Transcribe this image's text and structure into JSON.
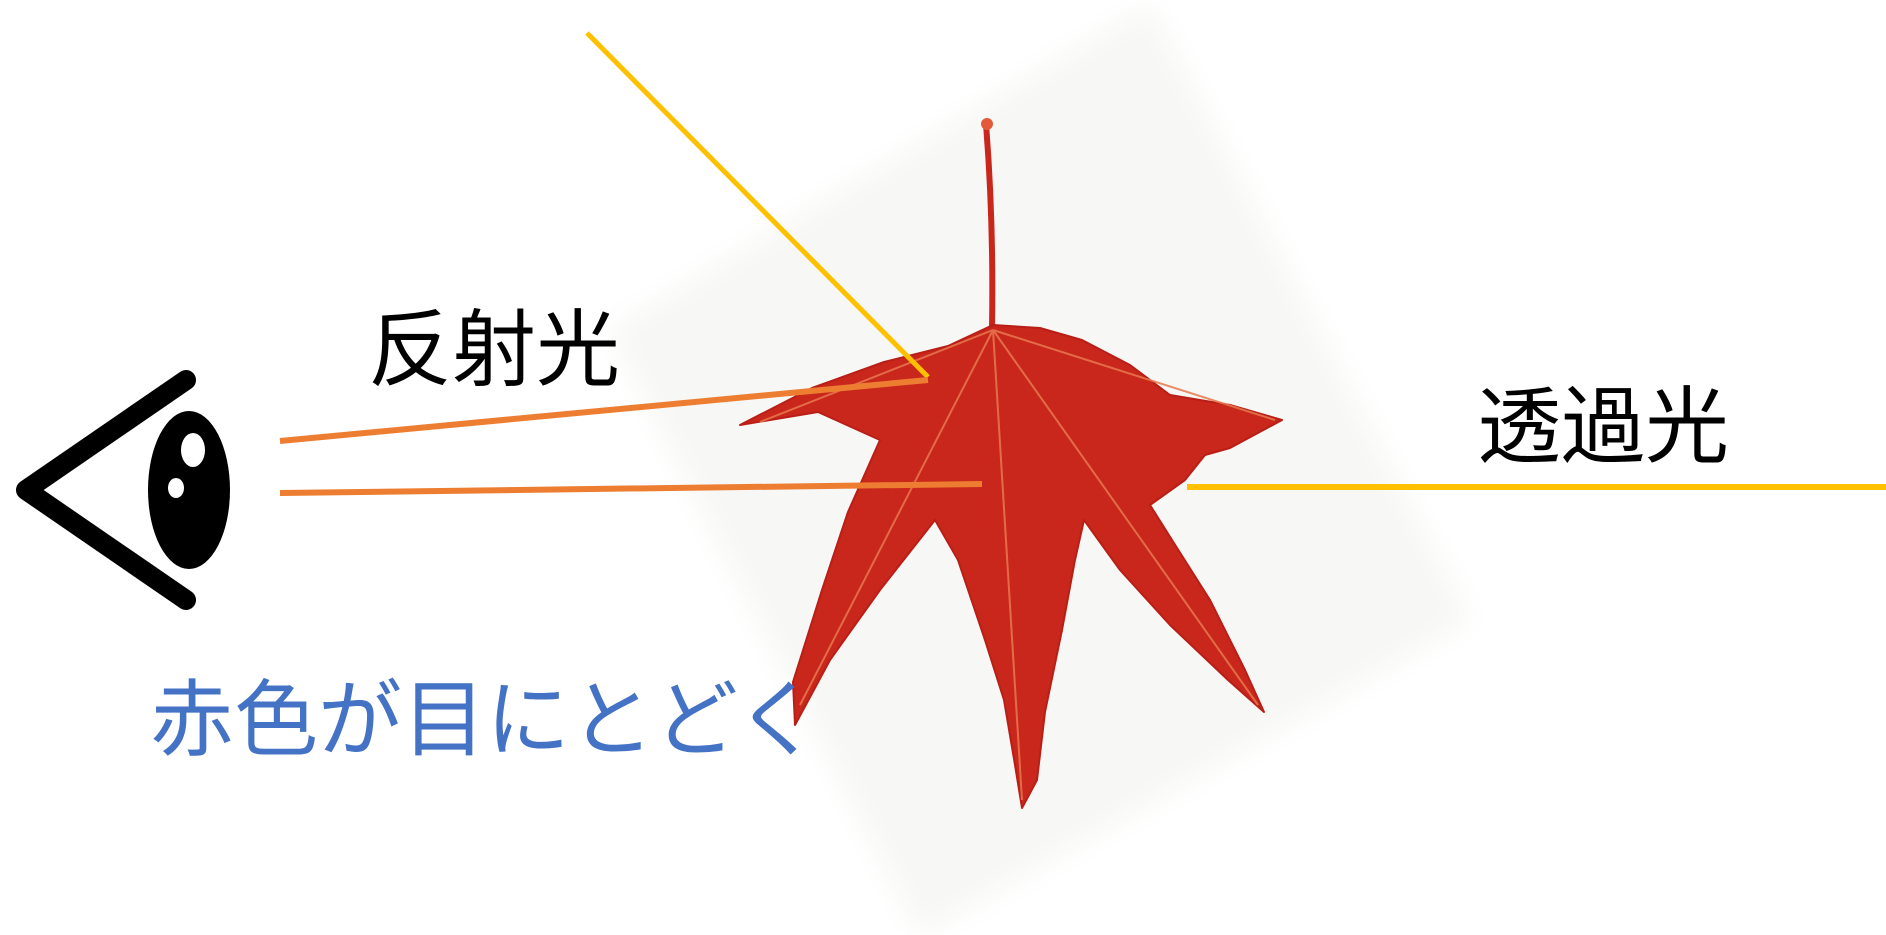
{
  "labels": {
    "reflected_light": "反射光",
    "transmitted_light": "透過光",
    "caption": "赤色が目にとどく"
  },
  "colors": {
    "incident_ray": "#ffc000",
    "reflected_ray": "#ed7d31",
    "caption_text": "#4472c4",
    "leaf_fill": "#c9261c",
    "leaf_vein": "#e8794f",
    "eye_outline": "#000000"
  },
  "icons": {
    "eye": "eye-icon",
    "leaf": "maple-leaf"
  }
}
